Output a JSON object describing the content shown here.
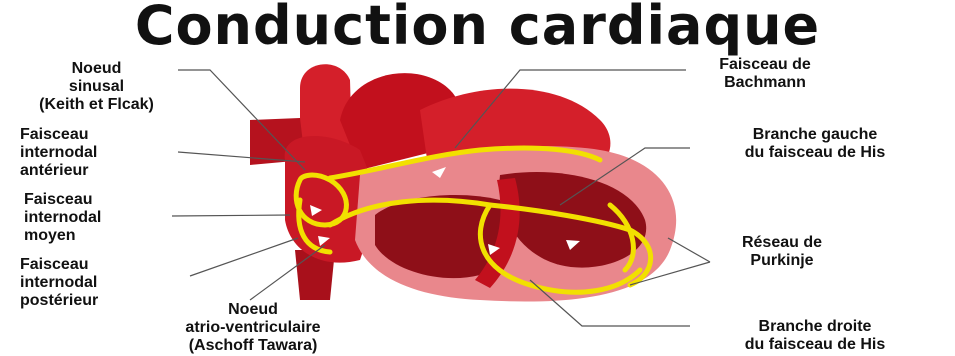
{
  "title": "Conduction cardiaque",
  "labels": {
    "noeud_sinusal": [
      "Noeud",
      "sinusal",
      "(Keith et Flcak)"
    ],
    "faisceau_anterieur": [
      "Faisceau",
      "internodal",
      "antérieur"
    ],
    "faisceau_moyen": [
      "Faisceau",
      "internodal",
      "moyen"
    ],
    "faisceau_posterieur": [
      "Faisceau",
      "internodal",
      "postérieur"
    ],
    "noeud_av": [
      "Noeud",
      "atrio-ventriculaire",
      "(Aschoff Tawara)"
    ],
    "bachmann": [
      "Faisceau de",
      "Bachmann"
    ],
    "branche_gauche": [
      "Branche gauche",
      "du faisceau de His"
    ],
    "purkinje": [
      "Réseau de",
      "Purkinje"
    ],
    "branche_droite": [
      "Branche droite",
      "du faisceau de His"
    ]
  },
  "colors": {
    "heart_red": "#d41f2a",
    "heart_dark": "#8e0f18",
    "heart_pink": "#e9878c",
    "conduction_yellow": "#f2e000",
    "leader_line": "#555555"
  }
}
